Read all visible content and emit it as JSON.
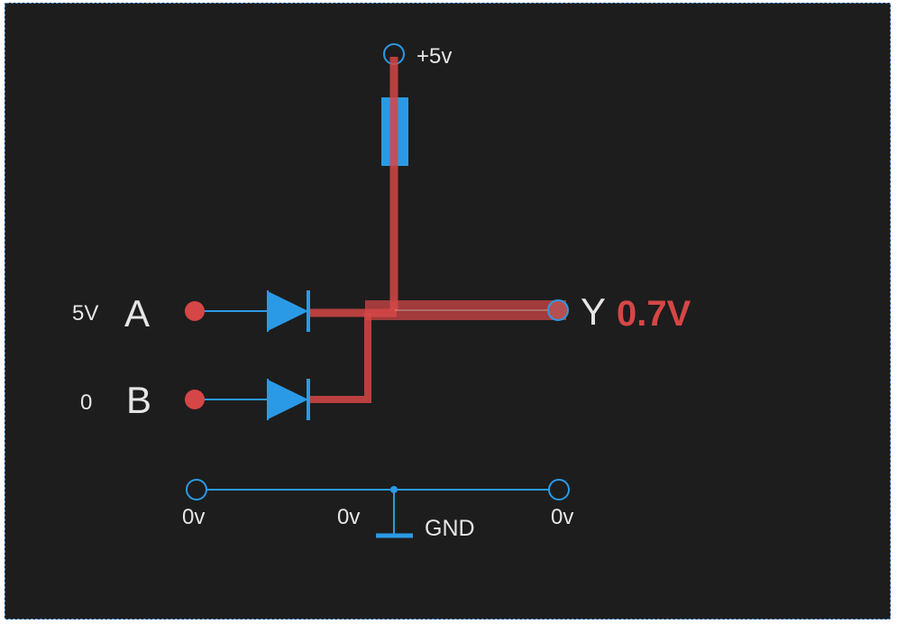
{
  "colors": {
    "background": "#1d1d1d",
    "wire": "#2b9ae6",
    "component": "#2b9ae6",
    "active": "#d64646",
    "label": "#e6e6e6"
  },
  "supply": {
    "label": "+5v"
  },
  "inputs": [
    {
      "level": "5V",
      "name": "A",
      "active": true
    },
    {
      "level": "0",
      "name": "B",
      "active": false
    }
  ],
  "output": {
    "name": "Y",
    "voltage": "0.7V"
  },
  "ground": {
    "left_label": "0v",
    "middle_label": "0v",
    "right_label": "0v",
    "symbol_label": "GND"
  }
}
